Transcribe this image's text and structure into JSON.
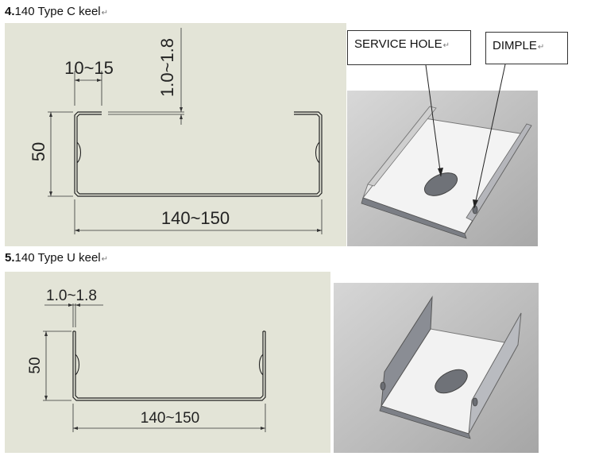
{
  "sections": [
    {
      "number": "4.",
      "title": "140 Type C keel",
      "mark": "↵",
      "dims": {
        "lip": "10~15",
        "thickness": "1.0~1.8",
        "height": "50",
        "width": "140~150"
      }
    },
    {
      "number": "5.",
      "title": "140 Type U keel",
      "mark": "↵",
      "dims": {
        "thickness": "1.0~1.8",
        "height": "50",
        "width": "140~150"
      }
    }
  ],
  "callouts": {
    "service_hole": {
      "label": "SERVICE HOLE",
      "mark": "↵"
    },
    "dimple": {
      "label": "DIMPLE",
      "mark": "↵"
    }
  },
  "colors": {
    "drawing_bg": "#e3e4d7",
    "photo_bg": "#c9c9c9",
    "metal_light": "#f2f2f2",
    "metal_dark": "#8a8d93"
  }
}
